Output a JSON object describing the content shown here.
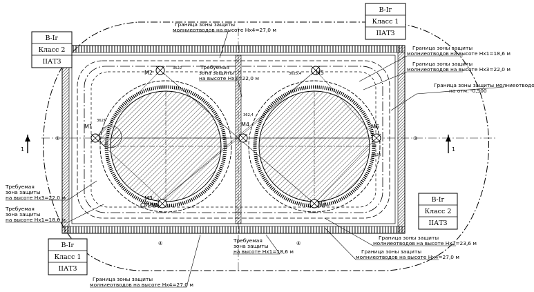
{
  "zone_boxes": {
    "top_right": {
      "line1": "В-Iг",
      "line2": "Класс 1",
      "line3": "IIАТЗ"
    },
    "left_upper": {
      "line1": "В-Iг",
      "line2": "Класс 2",
      "line3": "IIАТЗ"
    },
    "right_lower": {
      "line1": "В-Iг",
      "line2": "Класс 2",
      "line3": "IIАТЗ"
    },
    "bottom_left": {
      "line1": "В-Iг",
      "line2": "Класс 1",
      "line3": "IIАТЗ"
    }
  },
  "masts": {
    "m1": "M1",
    "m2": "M2",
    "m3": "M3",
    "m4": "M4",
    "m5": "M5",
    "m6": "M6",
    "m7": "M7",
    "cm": "СМ-50"
  },
  "annotations": {
    "top_center_1": "Граница зоны защиты",
    "top_center_2": "молниеотводов на высоте Hx4=27,0 м",
    "req_center_1": "Требуемая",
    "req_center_2": "зона защиты",
    "req_center_3": "на высоте Hx3=22,0 м",
    "right_a_1": "Граница зоны защиты",
    "right_a_2": "молниеотводов на высоте Hx1=18,6 м",
    "right_b_1": "Граница зоны защиты",
    "right_b_2": "молниеотводов на высоте Hx3=22,0 м",
    "right_c_1": "Граница зоны защиты молниеотводов",
    "right_c_2": "на отм. -0,500",
    "left_a_1": "Требуемая",
    "left_a_2": "зона защиты",
    "left_a_3": "на высоте Hx3=22,0 м",
    "left_b_1": "Требуемая",
    "left_b_2": "зона защиты",
    "left_b_3": "на высоте Hx1=18,6 м",
    "bottom_center_1": "Требуемая",
    "bottom_center_2": "зона защиты",
    "bottom_center_3": "на высоте Hx1=18,6 м",
    "bottom_right_a_1": "Граница зоны защиты",
    "bottom_right_a_2": "молниеотводов на высоте Hx2=23,6 м",
    "bottom_right_b_1": "Граница зоны защиты",
    "bottom_right_b_2": "молниеотводов на высоте Hx4=27,0 м",
    "bottom_left_1": "Граница зоны защиты",
    "bottom_left_2": "молниеотводов на высоте Hx4=27,0 м"
  },
  "section_marks": {
    "left": "1",
    "right": "1"
  },
  "axis_marks": {
    "a1": "①",
    "a2": "②",
    "a3": "③",
    "a4": "④"
  },
  "dimensions": {
    "d3621": "3621",
    "d3622": "3622",
    "d36254": "3625,4",
    "d3624": "362,4",
    "d3628": "3628"
  }
}
